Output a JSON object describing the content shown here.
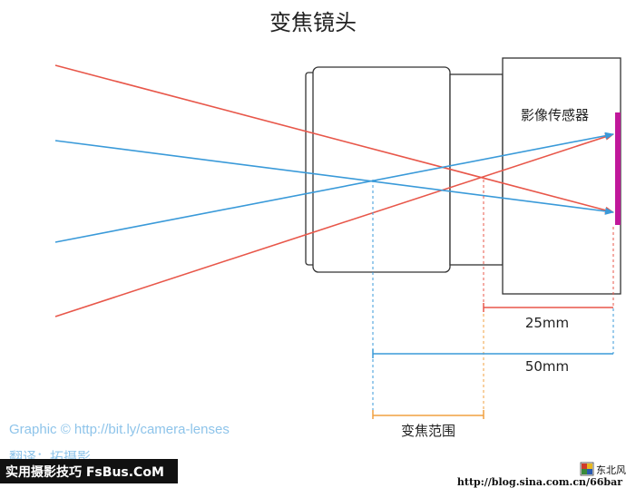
{
  "title": "变焦镜头",
  "labels": {
    "sensor": "影像传感器",
    "short_focal": "25mm",
    "long_focal": "50mm",
    "zoom_range": "变焦范围"
  },
  "credits": {
    "graphic": "Graphic © http://bit.ly/camera-lenses",
    "translation": "翻译：拓摄影"
  },
  "watermark": {
    "banner": "实用摄影技巧 FsBus.CoM",
    "brand": "东北风",
    "url": "http://blog.sina.com.cn/66bar"
  },
  "colors": {
    "red_ray": "#e8574a",
    "blue_ray": "#3a9ad9",
    "sensor": "#c0189a",
    "orange_guide": "#f0a040",
    "credit_text": "#8ec4ea",
    "outline": "#333333"
  }
}
